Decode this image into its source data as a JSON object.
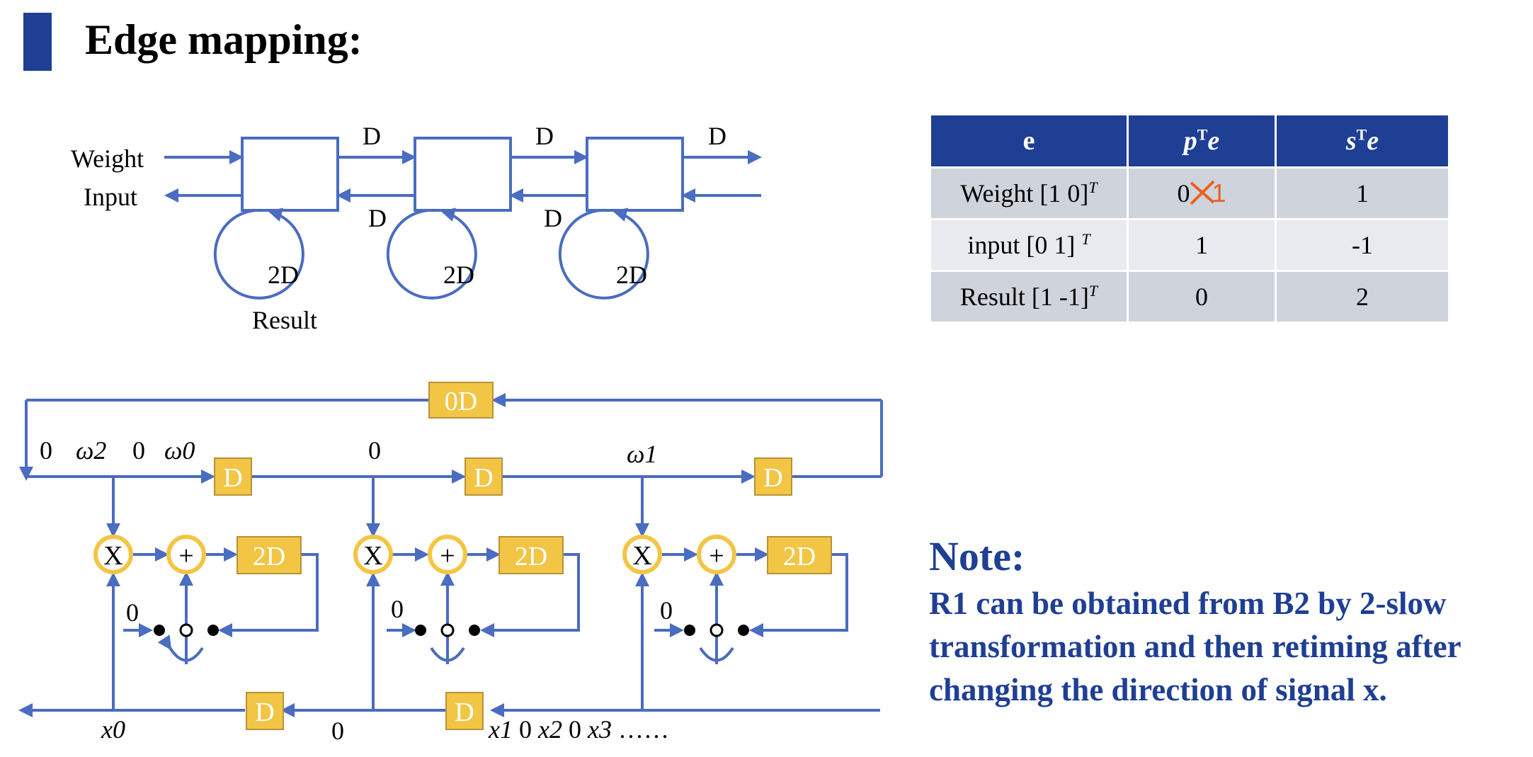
{
  "title": "Edge mapping:",
  "top_diagram": {
    "weight_label": "Weight",
    "input_label": "Input",
    "result_label": "Result",
    "delay_label": "D",
    "loop_label": "2D"
  },
  "table": {
    "headers": [
      "e",
      "pTe",
      "sTe"
    ],
    "rows": [
      {
        "e": "Weight [1 0]",
        "sup": "T",
        "pTe_old": "0",
        "pTe": "1",
        "sTe": "1"
      },
      {
        "e": "input [0 1]",
        "sup": "T",
        "pTe": "1",
        "sTe": "-1"
      },
      {
        "e": "Result [1 -1]",
        "sup": "T",
        "pTe": "0",
        "sTe": "2"
      }
    ]
  },
  "bottom_diagram": {
    "feedback_delay": "0D",
    "delay": "D",
    "loop_delay": "2D",
    "multiply": "X",
    "add": "+",
    "zero": "0",
    "weight_seq": [
      "0",
      "ω2",
      "0",
      "ω0"
    ],
    "mid_zero": "0",
    "omega1": "ω1",
    "x0": "x0",
    "bottom_zero": "0",
    "x_seq": [
      "x1",
      "0",
      "x2",
      "0",
      "x3",
      "……"
    ]
  },
  "note": {
    "heading": "Note:",
    "body": "R1 can be obtained from B2 by 2-slow transformation and then retiming after changing the direction of signal x."
  },
  "colors": {
    "accent": "#1f3f94",
    "line": "#4a6cc1",
    "box": "#f2c544",
    "strike": "#e8611e"
  }
}
